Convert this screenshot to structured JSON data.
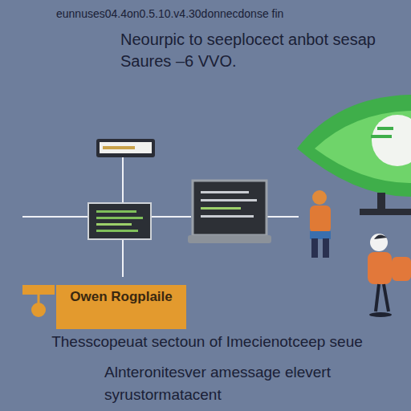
{
  "diagram": {
    "title": "Neourpic to seeplocect anbot sesap Saures –6 VVO.",
    "nodes": [
      {
        "text": [
          "Owen Rogplaile"
        ]
      }
    ],
    "labels": [
      "eunnuses04.4on0.5.10.v4.30donnecdonse fin",
      "Thesscopeuat sectoun of Imecienotceep seue",
      "Alnteronitesver amessage elevert syrustormatacent"
    ]
  }
}
